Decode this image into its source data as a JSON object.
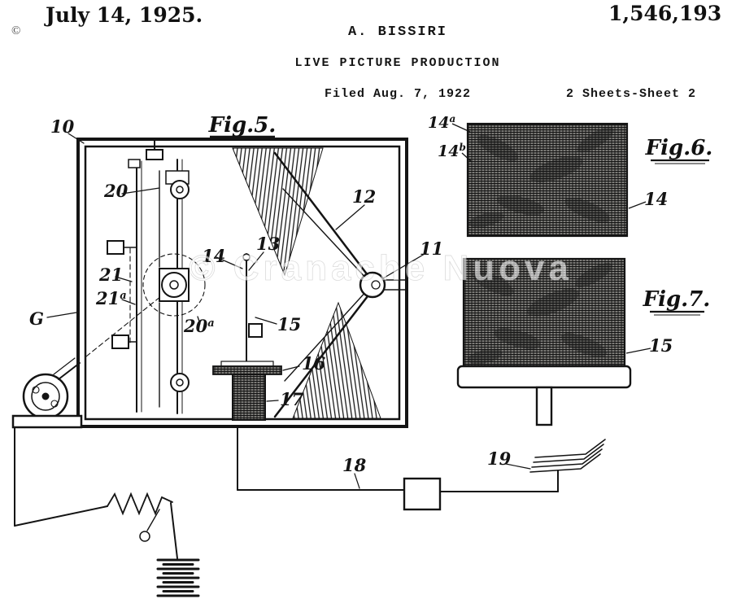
{
  "header": {
    "date": "July 14, 1925.",
    "patent_number": "1,546,193",
    "inventor": "A. BISSIRI",
    "title": "LIVE PICTURE PRODUCTION",
    "filed": "Filed Aug. 7, 1922",
    "sheet_info": "2 Sheets-Sheet 2",
    "copyright_mark": "©"
  },
  "figures": {
    "fig5_label": "Fig.5.",
    "fig6_label": "Fig.6.",
    "fig7_label": "Fig.7."
  },
  "ref_labels": {
    "n10": "10",
    "n20": "20",
    "n21": "21",
    "n21a_base": "21",
    "n21a_sup": "a",
    "n20a_base": "20",
    "n20a_sup": "a",
    "g": "G",
    "n14": "14",
    "n13": "13",
    "n12": "12",
    "n11": "11",
    "n15": "15",
    "n16": "16",
    "n17": "17",
    "n18": "18",
    "n19": "19",
    "n14a_base": "14",
    "n14a_sup": "a",
    "n14b_base": "14",
    "n14b_sup": "b",
    "fig6_n14": "14",
    "fig7_n15": "15"
  },
  "watermark": "© Cranache Nuova"
}
